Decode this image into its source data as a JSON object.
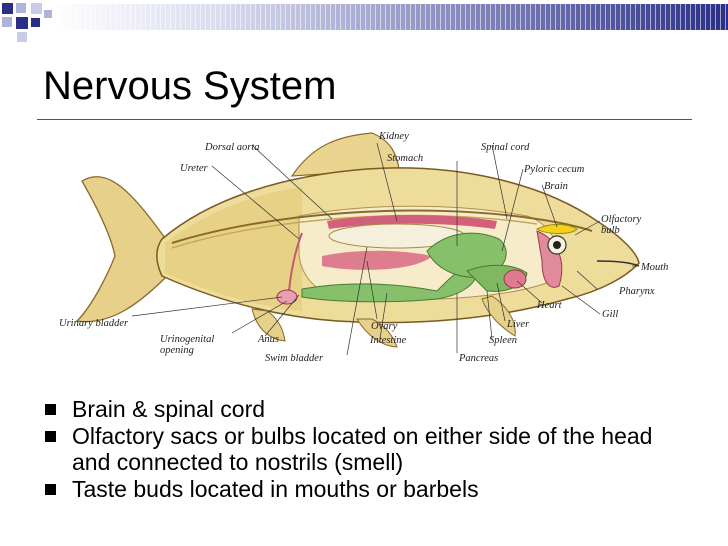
{
  "slide": {
    "title": "Nervous System",
    "bullets": [
      "Brain & spinal cord",
      "Olfactory sacs or bulbs located on either side of the head and connected to nostrils (smell)",
      "Taste buds located in mouths or barbels"
    ]
  },
  "diagram": {
    "labels": {
      "dorsal_aorta": "Dorsal aorta",
      "kidney": "Kidney",
      "spinal_cord": "Spinal cord",
      "stomach": "Stomach",
      "pyloric_cecum": "Pyloric cecum",
      "ureter": "Ureter",
      "brain": "Brain",
      "olfactory": "Olfactory",
      "bulb": "bulb",
      "mouth": "Mouth",
      "pharynx": "Pharynx",
      "gill": "Gill",
      "heart": "Heart",
      "urinary_bladder": "Urinary bladder",
      "ovary": "Ovary",
      "liver": "Liver",
      "urinogenital": "Urinogenital",
      "opening": "opening",
      "anus": "Anus",
      "intestine": "Intestine",
      "spleen": "Spleen",
      "swim_bladder": "Swim bladder",
      "pancreas": "Pancreas"
    }
  },
  "colors": {
    "bar_light": "#e9eaf4",
    "bar_dark": "#2b2f86",
    "organ_green": "#86c06a",
    "organ_pink": "#e07a8c",
    "fish_body": "#e9d48a",
    "brain_yellow": "#f2d319"
  }
}
